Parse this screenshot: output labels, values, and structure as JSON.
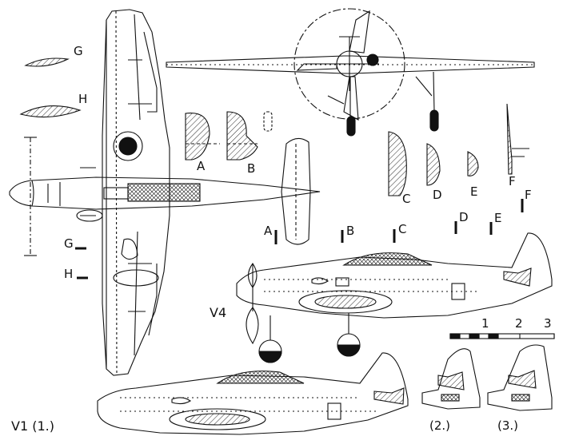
{
  "section_labels": {
    "g_top": "G",
    "h_top": "H",
    "a": "A",
    "b": "B",
    "c": "C",
    "d": "D",
    "e": "E",
    "f": "F"
  },
  "station_labels": {
    "a": "A",
    "b": "B",
    "c": "C",
    "d": "D",
    "e": "E",
    "f": "F",
    "g": "G",
    "h": "H"
  },
  "variants": {
    "v4": "V4",
    "v1": "V1 (1.)",
    "tail2": "(2.)",
    "tail3": "(3.)"
  },
  "scale": {
    "n1": "1",
    "n2": "2",
    "n3": "3"
  }
}
